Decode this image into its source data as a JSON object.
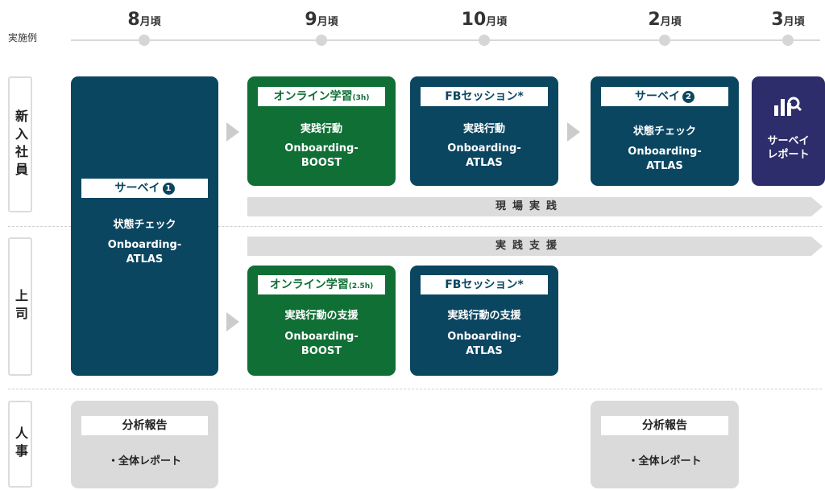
{
  "timeline": {
    "label": "実施例",
    "months": [
      {
        "num": "8",
        "unit": "月頃"
      },
      {
        "num": "9",
        "unit": "月頃"
      },
      {
        "num": "10",
        "unit": "月頃"
      },
      {
        "num": "2",
        "unit": "月頃"
      },
      {
        "num": "3",
        "unit": "月頃"
      }
    ]
  },
  "rows": {
    "new_hire": "新入社員",
    "manager": "上司",
    "hr": "人事"
  },
  "cards": {
    "survey1": {
      "tag": "サーベイ",
      "badge": "1",
      "line1": "状態チェック",
      "line2": "Onboarding-",
      "line3": "ATLAS"
    },
    "online_new": {
      "tag": "オンライン学習",
      "tag_small": "(3h)",
      "line1": "実践行動",
      "line2": "Onboarding-",
      "line3": "BOOST"
    },
    "fb_new": {
      "tag": "FBセッション*",
      "line1": "実践行動",
      "line2": "Onboarding-",
      "line3": "ATLAS"
    },
    "survey2": {
      "tag": "サーベイ",
      "badge": "2",
      "line1": "状態チェック",
      "line2": "Onboarding-",
      "line3": "ATLAS"
    },
    "report": {
      "line1": "サーベイ",
      "line2": "レポート"
    },
    "online_mgr": {
      "tag": "オンライン学習",
      "tag_small": "(2.5h)",
      "line1": "実践行動の支援",
      "line2": "Onboarding-",
      "line3": "BOOST"
    },
    "fb_mgr": {
      "tag": "FBセッション*",
      "line1": "実践行動の支援",
      "line2": "Onboarding-",
      "line3": "ATLAS"
    },
    "hr1": {
      "tag": "分析報告",
      "line1": "・全体レポート"
    },
    "hr2": {
      "tag": "分析報告",
      "line1": "・全体レポート"
    }
  },
  "bands": {
    "practice": "現場実践",
    "support": "実践支援"
  },
  "colors": {
    "navy": "#0b4661",
    "green": "#106f35",
    "purple": "#2e2d6b",
    "gray": "#dadada"
  }
}
